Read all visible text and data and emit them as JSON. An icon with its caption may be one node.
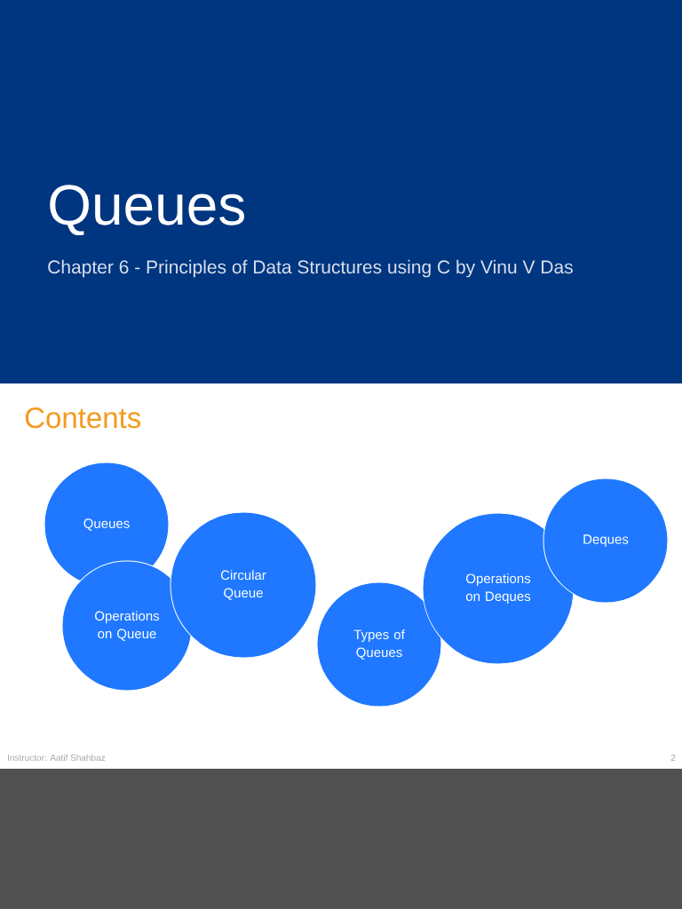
{
  "diagram": {
    "title": "Queues",
    "nodes": [
      {
        "text": [
          "Queues"
        ]
      },
      {
        "text": [
          "Operations on Queue"
        ]
      },
      {
        "text": [
          "Circular Queue"
        ]
      },
      {
        "text": [
          "Types of Queues"
        ]
      },
      {
        "text": [
          "Operations on Deques"
        ]
      },
      {
        "text": [
          "Deques"
        ]
      }
    ],
    "labels": [
      "Chapter 6 - Principles of Data Structures using C by Vinu V Das",
      "Contents",
      "Instructor: Aatif Shahbaz",
      "2"
    ]
  }
}
